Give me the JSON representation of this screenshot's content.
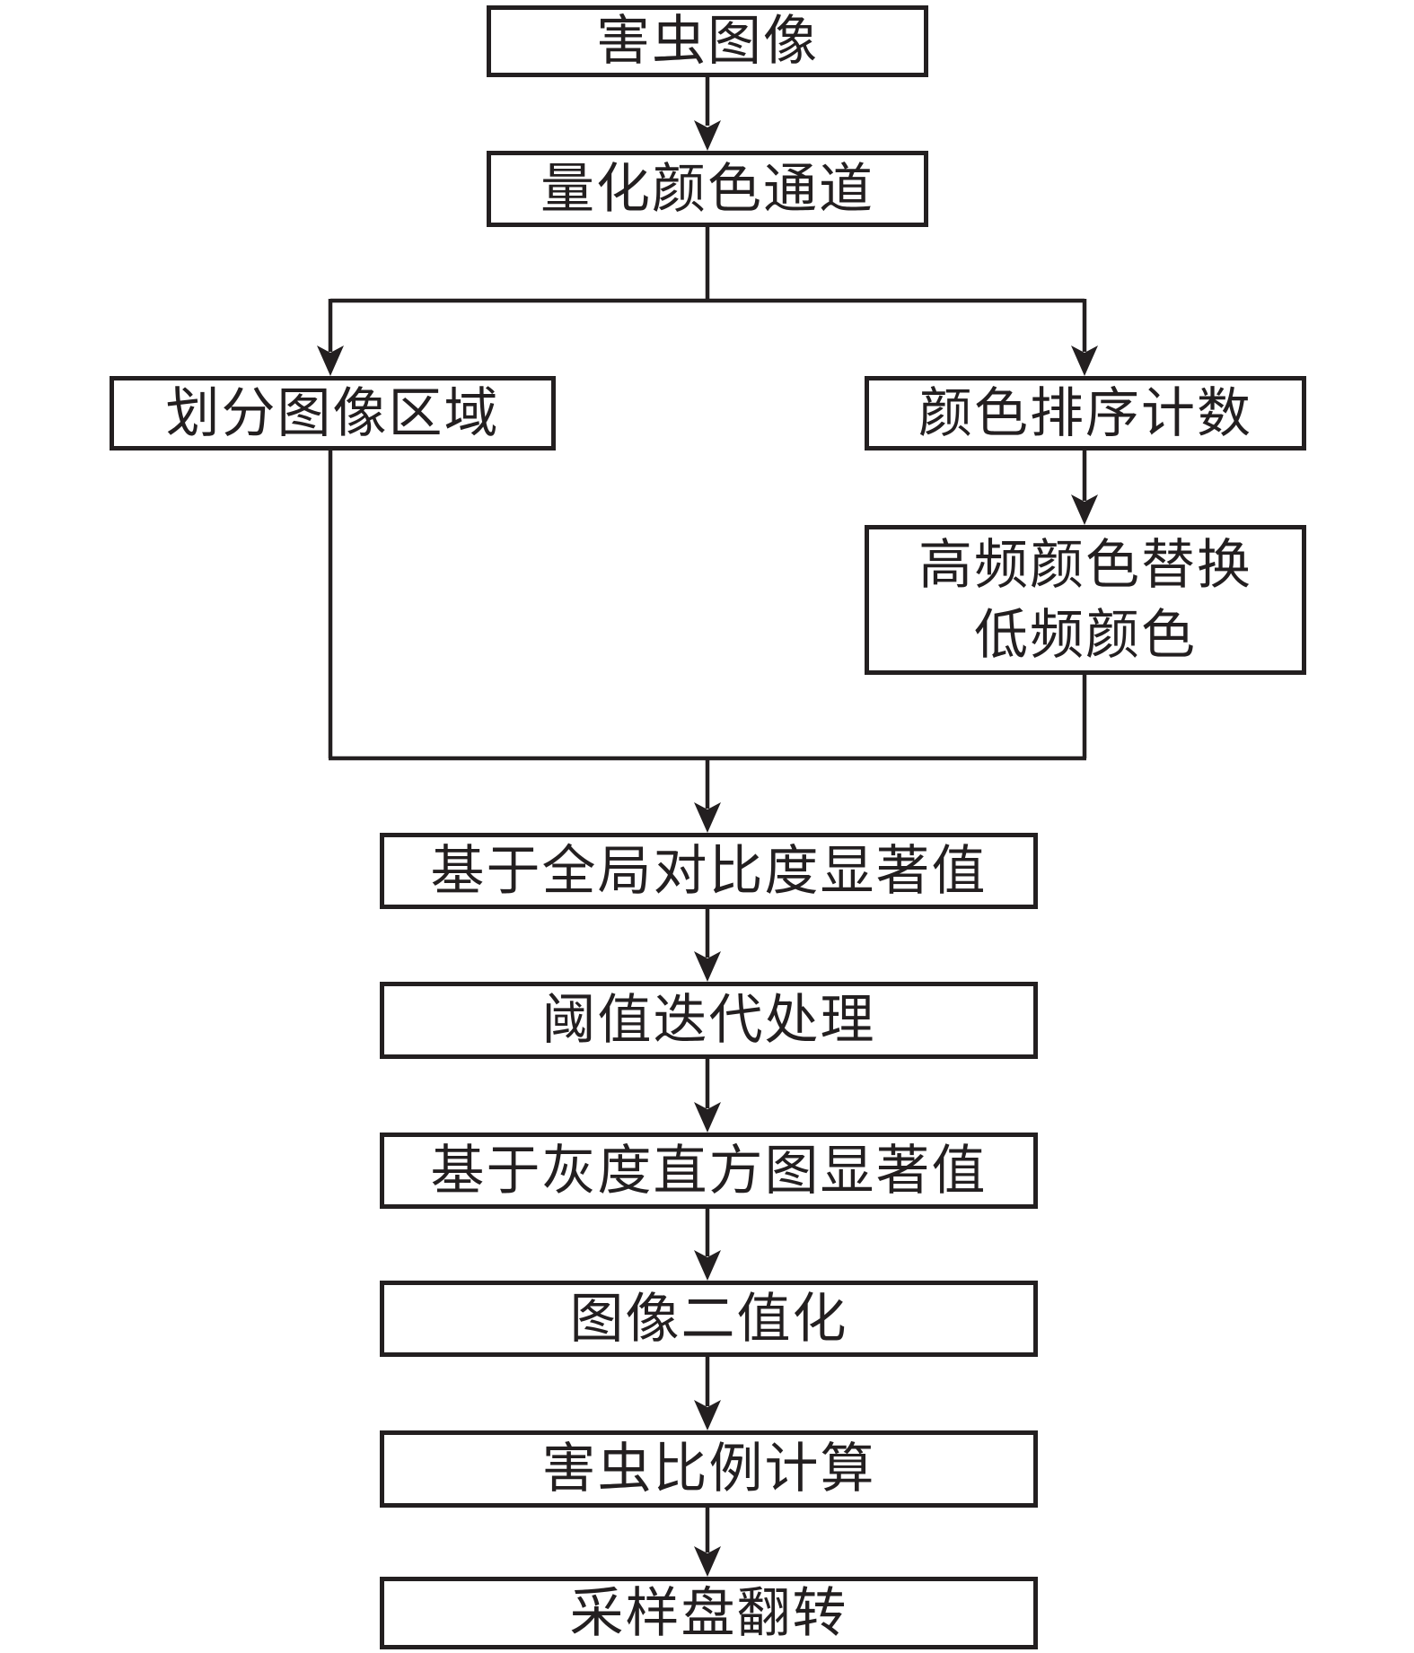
{
  "flowchart": {
    "nodes": [
      {
        "id": "pest-image",
        "label": "害虫图像"
      },
      {
        "id": "quantize-color-channel",
        "label": "量化颜色通道"
      },
      {
        "id": "divide-image-regions",
        "label": "划分图像区域"
      },
      {
        "id": "color-sort-count",
        "label": "颜色排序计数"
      },
      {
        "id": "replace-low-freq-colors",
        "label": "高频颜色替换\n低频颜色"
      },
      {
        "id": "global-contrast-saliency",
        "label": "基于全局对比度显著值"
      },
      {
        "id": "threshold-iteration",
        "label": "阈值迭代处理"
      },
      {
        "id": "gray-histogram-saliency",
        "label": "基于灰度直方图显著值"
      },
      {
        "id": "image-binarization",
        "label": "图像二值化"
      },
      {
        "id": "pest-ratio-calculation",
        "label": "害虫比例计算"
      },
      {
        "id": "sampling-plate-flip",
        "label": "采样盘翻转"
      }
    ],
    "colors": {
      "line": "#231f20",
      "text": "#231f20",
      "box_fill": "#ffffff",
      "background": "#ffffff"
    }
  }
}
